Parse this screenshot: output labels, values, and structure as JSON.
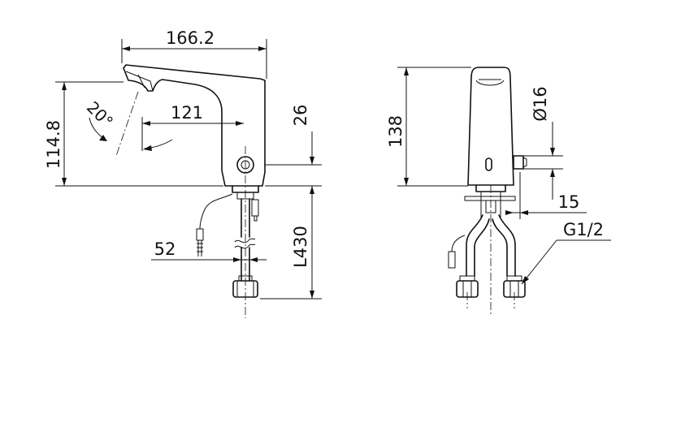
{
  "dimensions": {
    "side_view": {
      "spout_length": "166.2",
      "height": "114.8",
      "spout_reach": "121",
      "spout_angle": "20°",
      "sensor_height": "26",
      "hose_spacing": "52",
      "hose_length": "L430"
    },
    "front_view": {
      "height": "138",
      "sensor_diameter": "Ø16",
      "offset": "15",
      "thread": "G1/2"
    }
  }
}
